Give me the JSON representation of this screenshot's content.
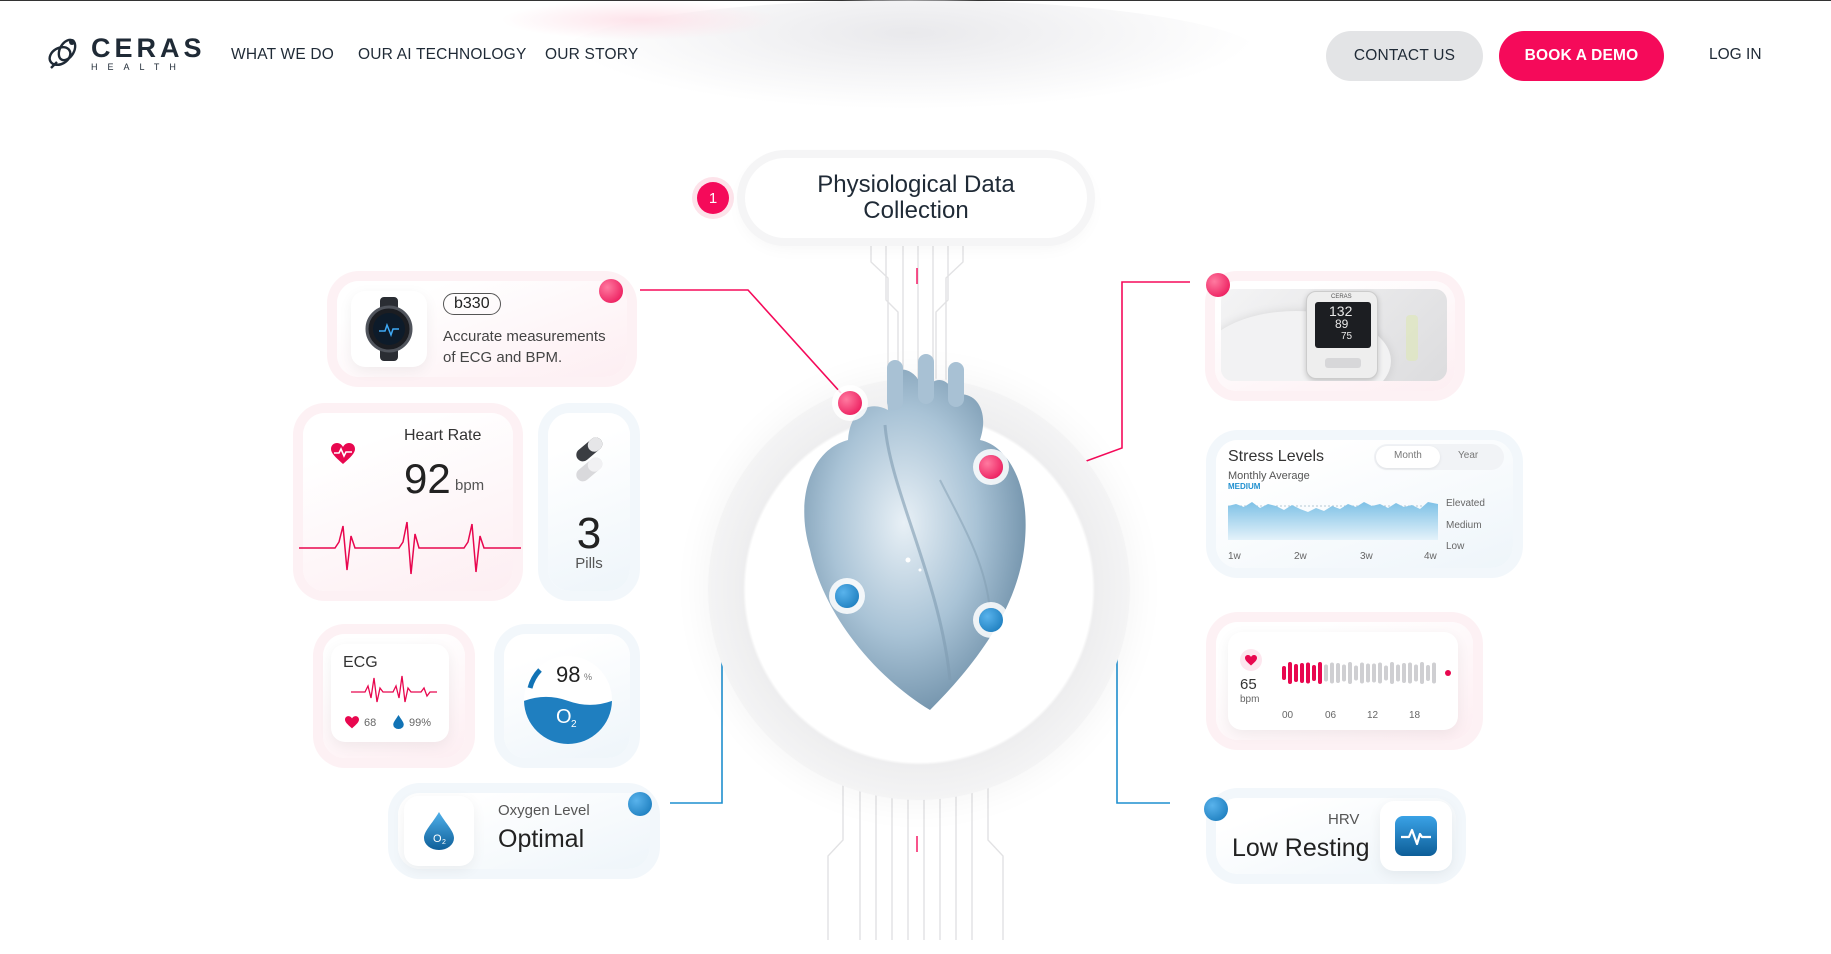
{
  "brand": {
    "name": "CERAS",
    "sub": "HEALTH"
  },
  "nav": {
    "items": [
      "WHAT WE DO",
      "OUR AI TECHNOLOGY",
      "OUR STORY"
    ]
  },
  "actions": {
    "contact": "CONTACT US",
    "demo": "BOOK A DEMO",
    "login": "LOG IN"
  },
  "colors": {
    "accent": "#f50a5a",
    "blue": "#1173b5"
  },
  "section": {
    "step": "1",
    "title": "Physiological Data Collection"
  },
  "watch_card": {
    "model": "b330",
    "desc_line1": "Accurate measurements",
    "desc_line2": "of ECG and BPM."
  },
  "heart_rate": {
    "label": "Heart Rate",
    "value": "92",
    "unit": "bpm"
  },
  "pills": {
    "value": "3",
    "label": "Pills"
  },
  "ecg": {
    "label": "ECG",
    "hr": "68",
    "spo2": "99%"
  },
  "o2_gauge": {
    "value": "98",
    "unit": "%",
    "symbol": "O",
    "sub": "2",
    "level": 0.98
  },
  "oxygen_card": {
    "label": "Oxygen Level",
    "value": "Optimal",
    "icon_text": "O",
    "icon_sub": "2"
  },
  "bp_monitor": {
    "brand": "CERAS",
    "sys": "132",
    "dia": "89",
    "pulse": "75"
  },
  "stress": {
    "title": "Stress Levels",
    "tabs": [
      "Month",
      "Year"
    ],
    "subtitle": "Monthly Average",
    "level": "MEDIUM",
    "legend": [
      "Elevated",
      "Medium",
      "Low"
    ],
    "x_labels": [
      "1w",
      "2w",
      "3w",
      "4w"
    ]
  },
  "hr_timeline": {
    "value": "65",
    "unit": "bpm",
    "x_labels": [
      "00",
      "06",
      "12",
      "18"
    ]
  },
  "hrv": {
    "label": "HRV",
    "value": "Low Resting"
  }
}
